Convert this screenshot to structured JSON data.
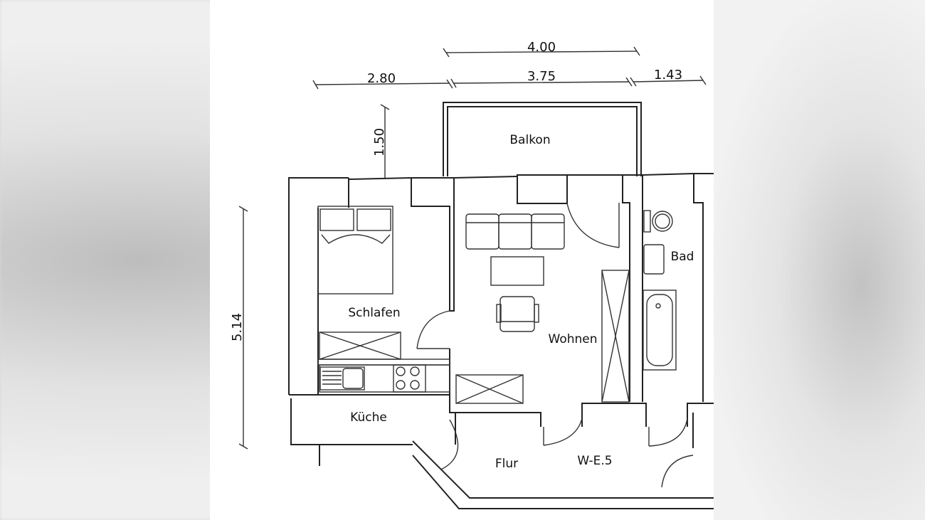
{
  "dimensions": {
    "top_total": "4.00",
    "left_room_width": "2.80",
    "middle_room_width": "3.75",
    "right_room_width": "1.43",
    "balcony_depth": "1.50",
    "height": "5.14"
  },
  "rooms": {
    "balcony": "Balkon",
    "bedroom": "Schlafen",
    "living": "Wohnen",
    "bath": "Bad",
    "kitchen": "Küche",
    "hall": "Flur",
    "unit": "W-E.5"
  }
}
